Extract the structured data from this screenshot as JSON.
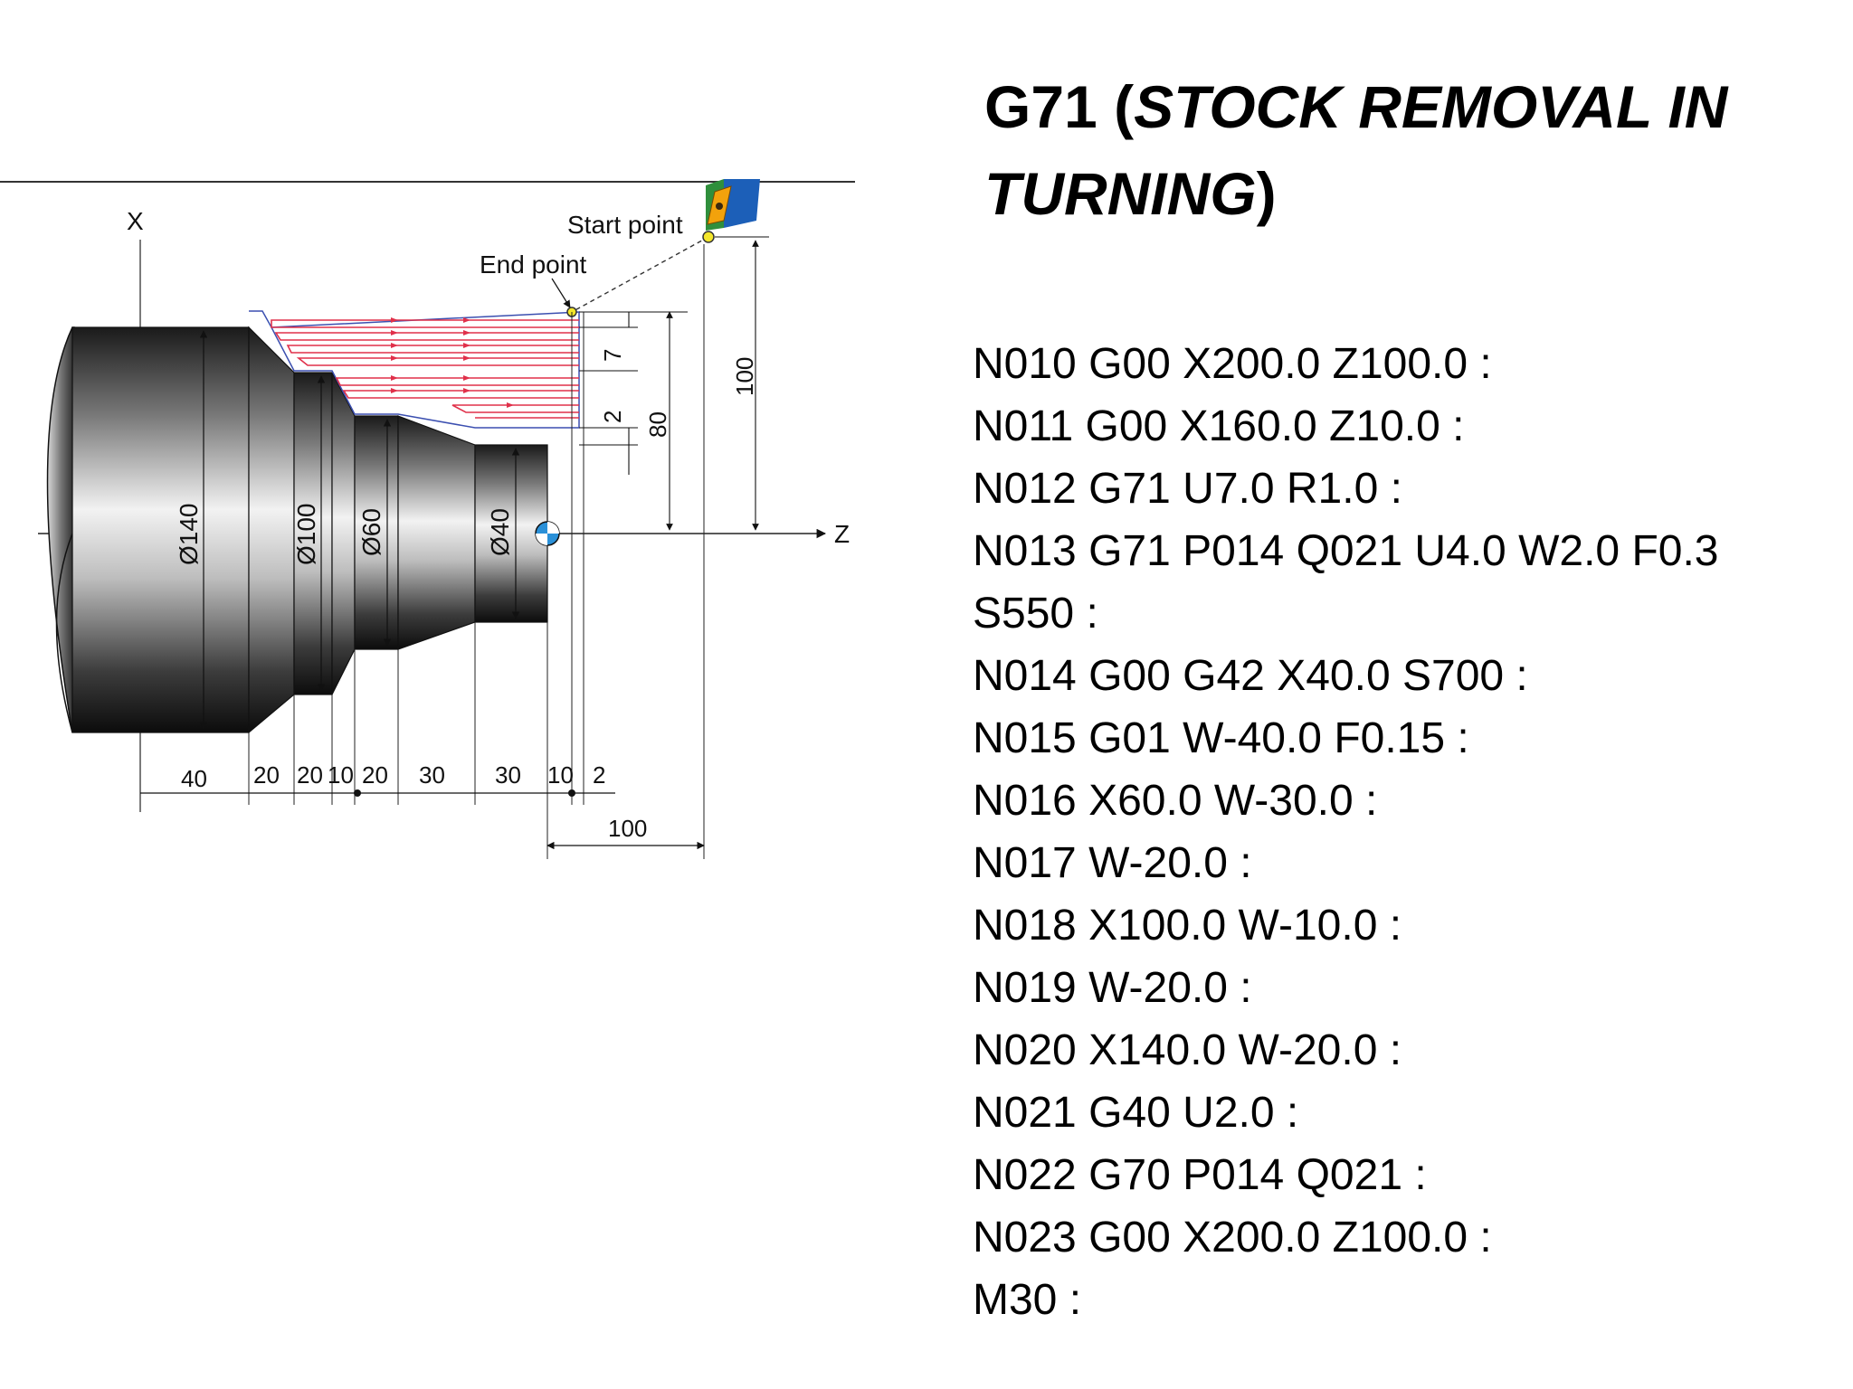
{
  "title": {
    "prefix": "G71 (",
    "emphasis": "STOCK REMOVAL IN TURNING",
    "suffix": ")"
  },
  "program_lines": [
    "N010 G00 X200.0 Z100.0 :",
    "N011 G00 X160.0 Z10.0 :",
    "N012 G71 U7.0 R1.0 :",
    "N013 G71 P014 Q021 U4.0 W2.0 F0.3",
    "S550 :",
    "N014 G00 G42 X40.0 S700 :",
    "N015 G01 W-40.0 F0.15 :",
    "N016 X60.0 W-30.0 :",
    "N017 W-20.0 :",
    "N018 X100.0 W-10.0 :",
    "N019 W-20.0 :",
    "N020 X140.0 W-20.0 :",
    "N021 G40 U2.0 :",
    "N022 G70 P014 Q021 :",
    "N023 G00 X200.0 Z100.0 :",
    "M30 :"
  ],
  "diagram": {
    "axis_x": "X",
    "axis_z": "Z",
    "start_point": "Start point",
    "end_point": "End point",
    "diameters": [
      "Ø140",
      "Ø100",
      "Ø60",
      "Ø40"
    ],
    "bottom_dims": [
      "40",
      "20",
      "20",
      "10",
      "20",
      "30",
      "30",
      "10",
      "2"
    ],
    "bottom_dim_100": "100",
    "right_dims": [
      "7",
      "2",
      "80",
      "100"
    ],
    "colors": {
      "stock_path": "#e0304a",
      "outline": "#111111",
      "tool_insert": "#f2a20c",
      "tool_body_blue": "#1c5fb8",
      "tool_body_green": "#2f8f3c",
      "point_marker": "#f3e62b",
      "origin_marker": "#2a90d8"
    }
  }
}
